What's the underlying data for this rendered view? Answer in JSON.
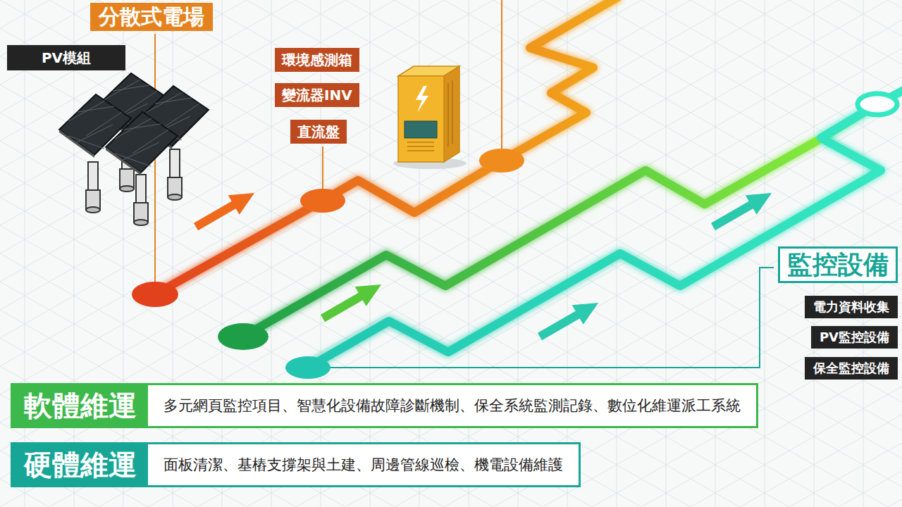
{
  "diagram": {
    "nodes": [
      {
        "text": [
          "分散式電場"
        ]
      },
      {
        "text": [
          "PV模組"
        ]
      },
      {
        "text": [
          "環境感測箱"
        ]
      },
      {
        "text": [
          "變流器INV"
        ]
      },
      {
        "text": [
          "直流盤"
        ]
      },
      {
        "text": [
          "監控設備"
        ]
      },
      {
        "text": [
          "電力資料收集"
        ]
      },
      {
        "text": [
          "PV監控設備"
        ]
      },
      {
        "text": [
          "保全監控設備"
        ]
      },
      {
        "text": [
          "軟體維運",
          "多元網頁監控項目、智慧化設備故障診斷機制、保全系統監測記錄、數位化維運派工系統"
        ]
      },
      {
        "text": [
          "硬體維運",
          "面板清潔、基樁支撐架與土建、周邊管線巡檢、機電設備維護"
        ]
      }
    ]
  }
}
